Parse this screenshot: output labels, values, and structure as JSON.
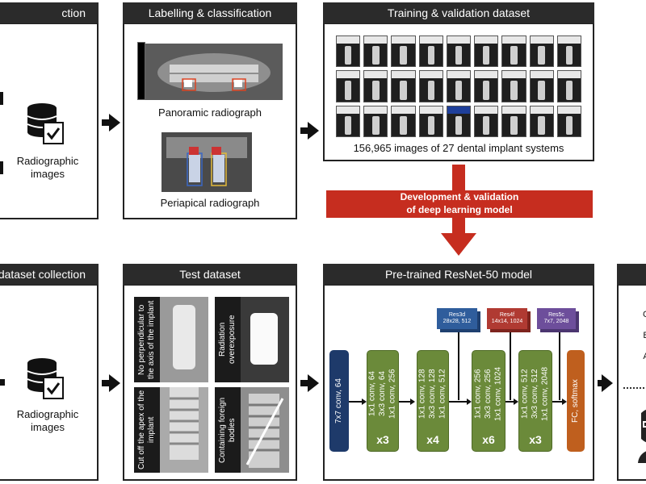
{
  "top_row": {
    "collection": {
      "title": "ction",
      "caption": "Radiographic images"
    },
    "labelling": {
      "title": "Labelling & classification",
      "panoramic": "Panoramic radiograph",
      "periapical": "Periapical radiograph"
    },
    "training": {
      "title": "Training & validation dataset",
      "caption": "156,965 images of 27 dental implant systems"
    }
  },
  "development": {
    "line1": "Development & validation",
    "line2": "of deep learning model"
  },
  "bottom_row": {
    "collection": {
      "title": "dataset collection",
      "caption": "Radiographic images"
    },
    "test": {
      "title": "Test dataset",
      "captions": [
        "No perpendicular to the axis of the implant",
        "Radiation overexposure",
        "Cut off the apex of the implant",
        "Containing foreign bodies"
      ]
    },
    "model": {
      "title": "Pre-trained ResNet-50 model",
      "blocks": [
        {
          "text": "7x7 conv, 64",
          "mult": ""
        },
        {
          "text": "1x1 conv, 64\n3x3 conv, 64\n1x1 conv, 256",
          "mult": "x3"
        },
        {
          "text": "1x1 conv, 128\n3x3 conv, 128\n1x1 conv, 512",
          "mult": "x4"
        },
        {
          "text": "1x1 conv, 256\n3x3 conv, 256\n1x1 conv, 1024",
          "mult": "x6"
        },
        {
          "text": "1x1 conv, 512\n3x3 conv, 512\n1x1 conv, 2048",
          "mult": "x3"
        },
        {
          "text": "FC, softmax",
          "mult": ""
        }
      ],
      "res_cards": [
        {
          "name": "Res3d",
          "size": "28x28, 512",
          "color": "#2f5d9c"
        },
        {
          "name": "Res4f",
          "size": "14x14, 1024",
          "color": "#b03a32"
        },
        {
          "name": "Res5c",
          "size": "7x7, 2048",
          "color": "#6d4e9b"
        }
      ]
    },
    "output": {
      "letters": [
        "C",
        "B",
        "A"
      ]
    }
  },
  "colors": {
    "header": "#2b2b2b",
    "red": "#c62d1f",
    "green": "#6b8a3a",
    "navy": "#1e3a6a",
    "orange": "#bf5f1e"
  }
}
